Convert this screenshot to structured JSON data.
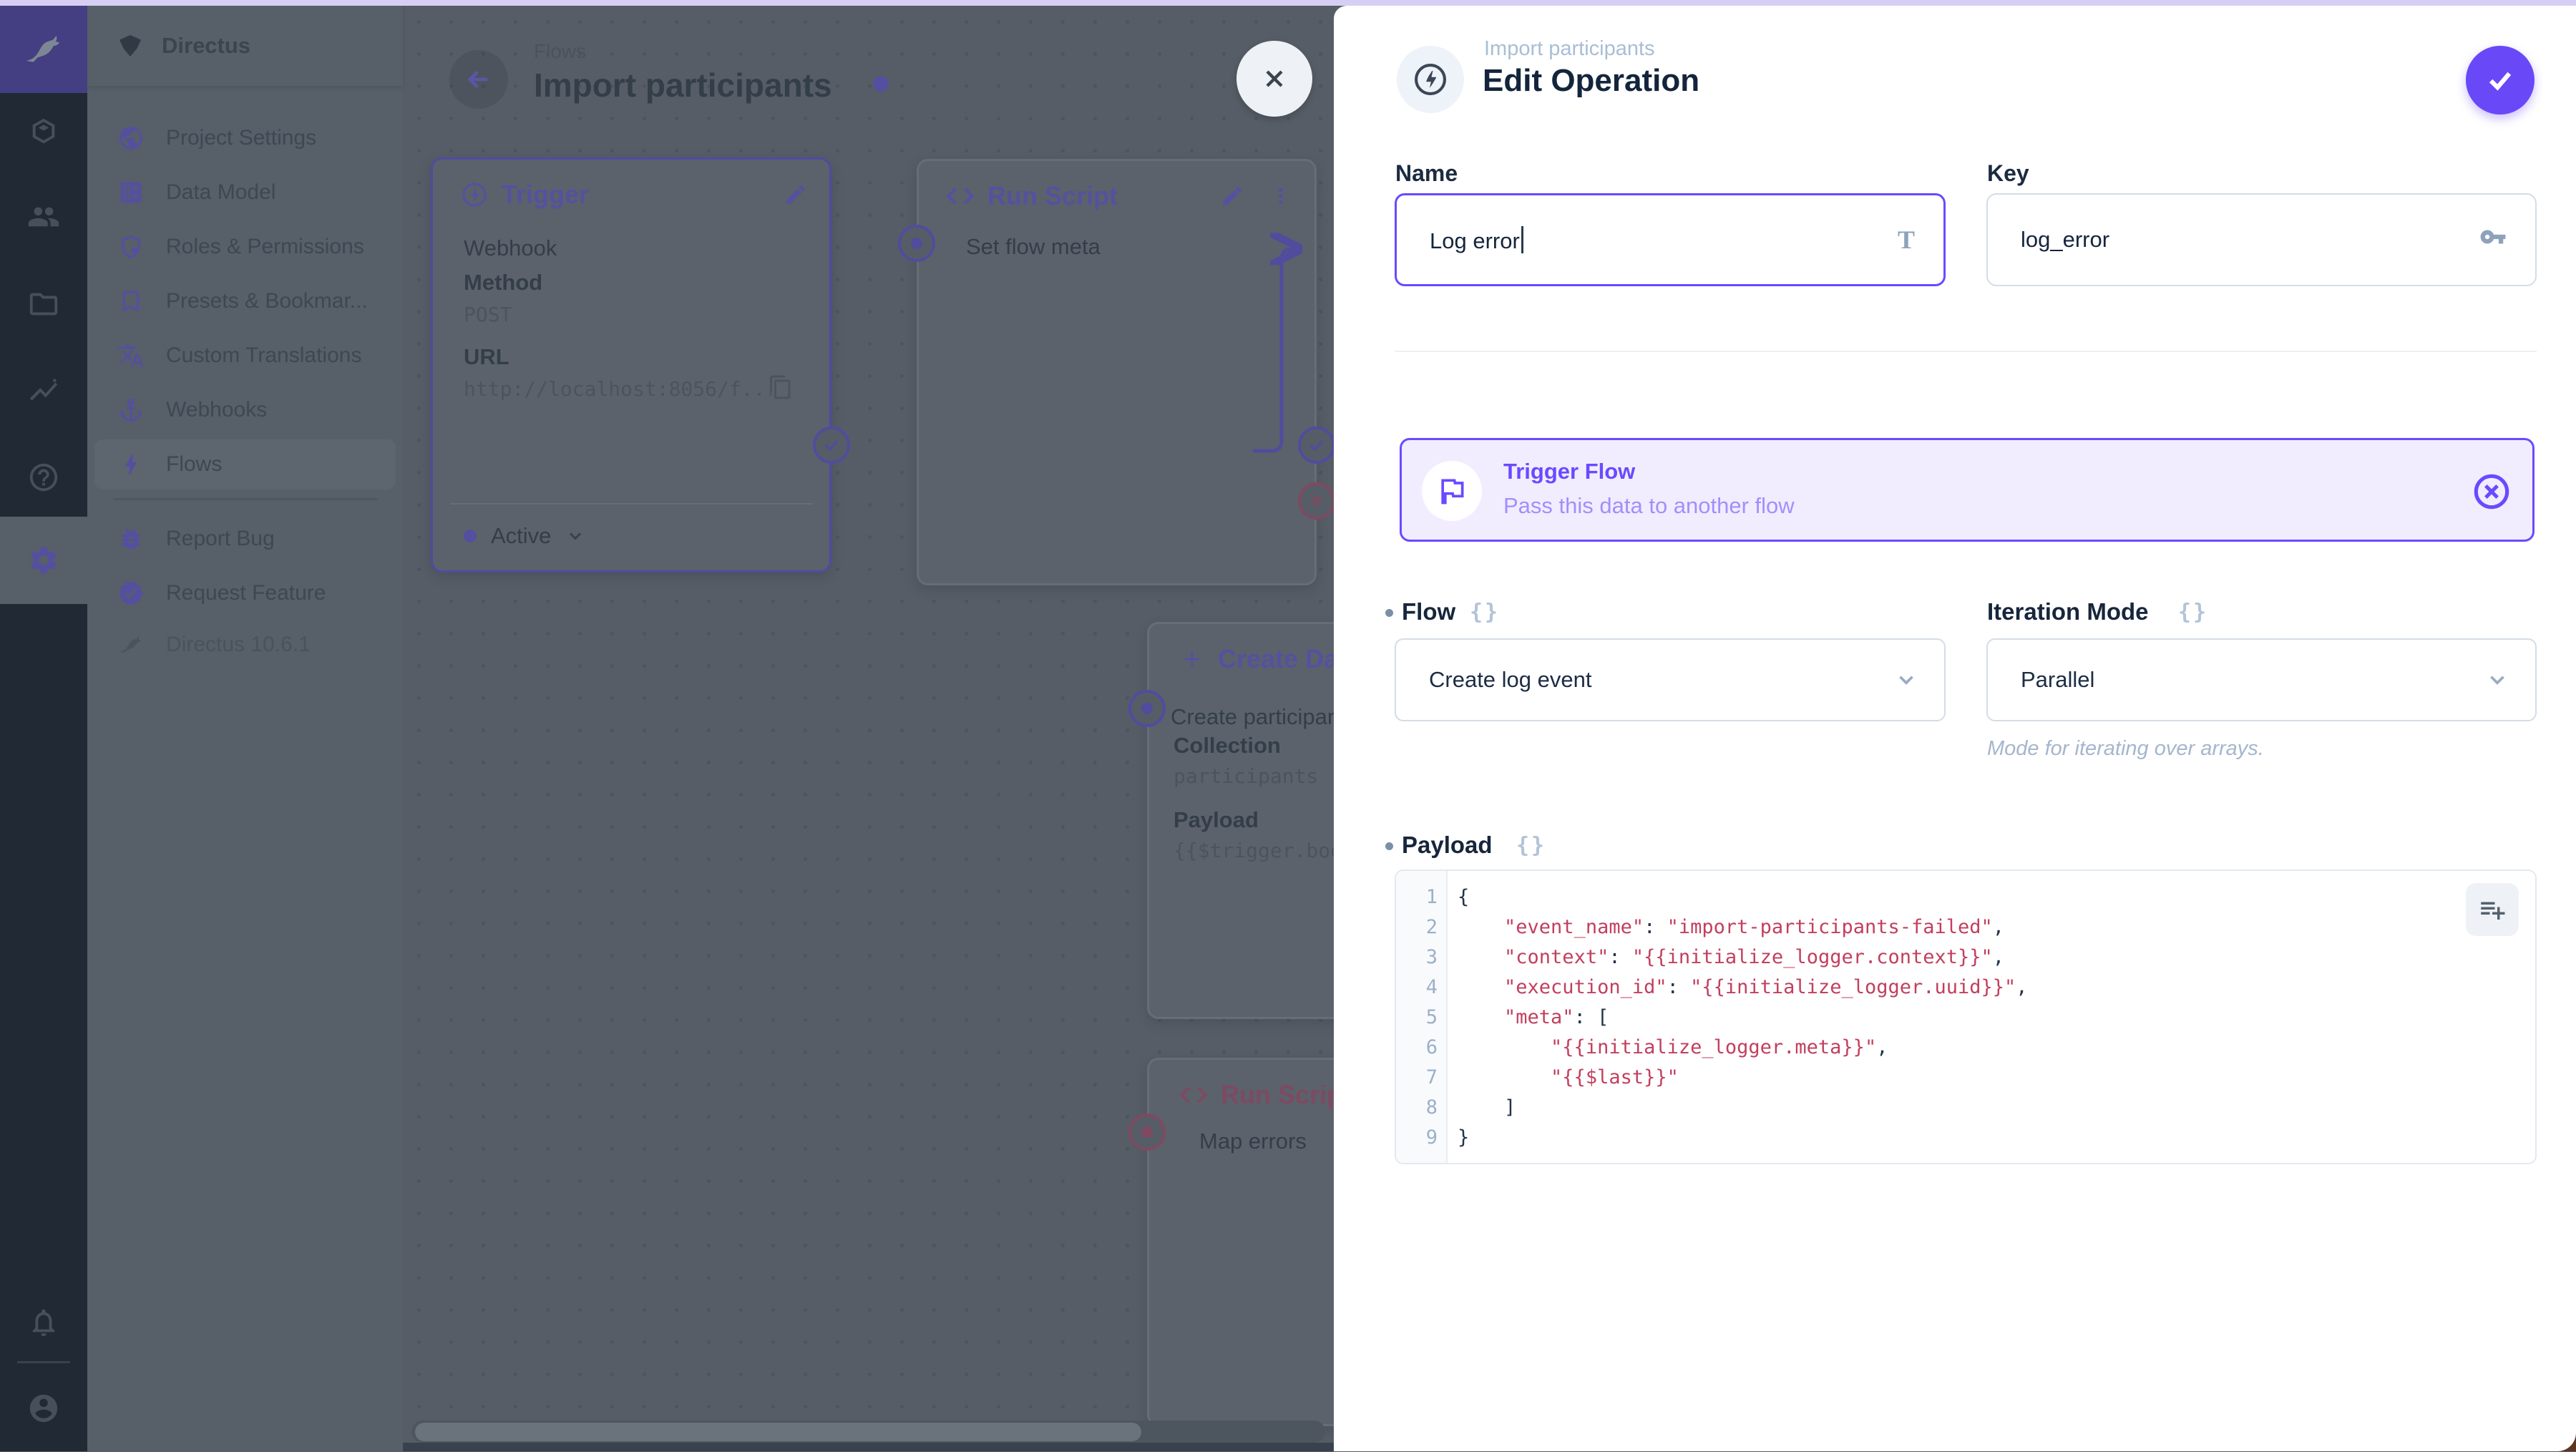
{
  "app": {
    "accent_color": "#6644ff",
    "dim_purple": "#55509f",
    "error_color": "#7d4a61"
  },
  "module_bar": {
    "modules": [
      "directus-logo",
      "content-module",
      "users-module",
      "files-module",
      "insights-module",
      "docs-module",
      "settings-module"
    ],
    "footer": [
      "notifications",
      "user-avatar"
    ]
  },
  "nav": {
    "project": "Directus",
    "items": [
      {
        "label": "Project Settings"
      },
      {
        "label": "Data Model"
      },
      {
        "label": "Roles & Permissions"
      },
      {
        "label": "Presets & Bookmar..."
      },
      {
        "label": "Custom Translations"
      },
      {
        "label": "Webhooks"
      },
      {
        "label": "Flows"
      }
    ],
    "footer_items": [
      {
        "label": "Report Bug"
      },
      {
        "label": "Request Feature"
      }
    ],
    "version": "Directus 10.6.1"
  },
  "canvas": {
    "breadcrumb": "Flows",
    "title": "Import participants",
    "trigger_panel": {
      "title": "Trigger",
      "type": "Webhook",
      "method_label": "Method",
      "method": "POST",
      "url_label": "URL",
      "url": "http://localhost:8056/f...",
      "status": "Active"
    },
    "run_script_panel": {
      "title": "Run Script",
      "name": "Set flow meta"
    },
    "create_data_panel": {
      "title": "Create Data",
      "name": "Create participant",
      "collection_label": "Collection",
      "collection": "participants",
      "payload_label": "Payload",
      "payload_preview": "{{$trigger.bod"
    },
    "error_script_panel": {
      "title": "Run Script",
      "name": "Map errors"
    }
  },
  "drawer": {
    "breadcrumb": "Import participants",
    "title": "Edit Operation",
    "name_field": {
      "label": "Name",
      "value": "Log error"
    },
    "key_field": {
      "label": "Key",
      "value": "log_error"
    },
    "operation_card": {
      "title": "Trigger Flow",
      "subtitle": "Pass this data to another flow"
    },
    "flow_field": {
      "label": "Flow",
      "value": "Create log event"
    },
    "iteration_field": {
      "label": "Iteration Mode",
      "value": "Parallel",
      "note": "Mode for iterating over arrays."
    },
    "payload_field": {
      "label": "Payload"
    },
    "code": {
      "lines": [
        {
          "n": "1",
          "segs": [
            [
              "{",
              "p"
            ]
          ]
        },
        {
          "n": "2",
          "segs": [
            [
              "    ",
              "p"
            ],
            [
              "\"event_name\"",
              "s"
            ],
            [
              ": ",
              "p"
            ],
            [
              "\"import-participants-failed\"",
              "s"
            ],
            [
              ",",
              "p"
            ]
          ]
        },
        {
          "n": "3",
          "segs": [
            [
              "    ",
              "p"
            ],
            [
              "\"context\"",
              "s"
            ],
            [
              ": ",
              "p"
            ],
            [
              "\"{{initialize_logger.context}}\"",
              "s"
            ],
            [
              ",",
              "p"
            ]
          ]
        },
        {
          "n": "4",
          "segs": [
            [
              "    ",
              "p"
            ],
            [
              "\"execution_id\"",
              "s"
            ],
            [
              ": ",
              "p"
            ],
            [
              "\"{{initialize_logger.uuid}}\"",
              "s"
            ],
            [
              ",",
              "p"
            ]
          ]
        },
        {
          "n": "5",
          "segs": [
            [
              "    ",
              "p"
            ],
            [
              "\"meta\"",
              "s"
            ],
            [
              ": [",
              "p"
            ]
          ]
        },
        {
          "n": "6",
          "segs": [
            [
              "        ",
              "p"
            ],
            [
              "\"{{initialize_logger.meta}}\"",
              "s"
            ],
            [
              ",",
              "p"
            ]
          ]
        },
        {
          "n": "7",
          "segs": [
            [
              "        ",
              "p"
            ],
            [
              "\"{{$last}}\"",
              "s"
            ]
          ]
        },
        {
          "n": "8",
          "segs": [
            [
              "    ]",
              "p"
            ]
          ]
        },
        {
          "n": "9",
          "segs": [
            [
              "}",
              "p"
            ]
          ]
        }
      ]
    }
  },
  "icons": {
    "braces": "{}",
    "title_icon": "T",
    "help_glyph": "?",
    "plus": "+",
    "code_glyph": "< >"
  }
}
